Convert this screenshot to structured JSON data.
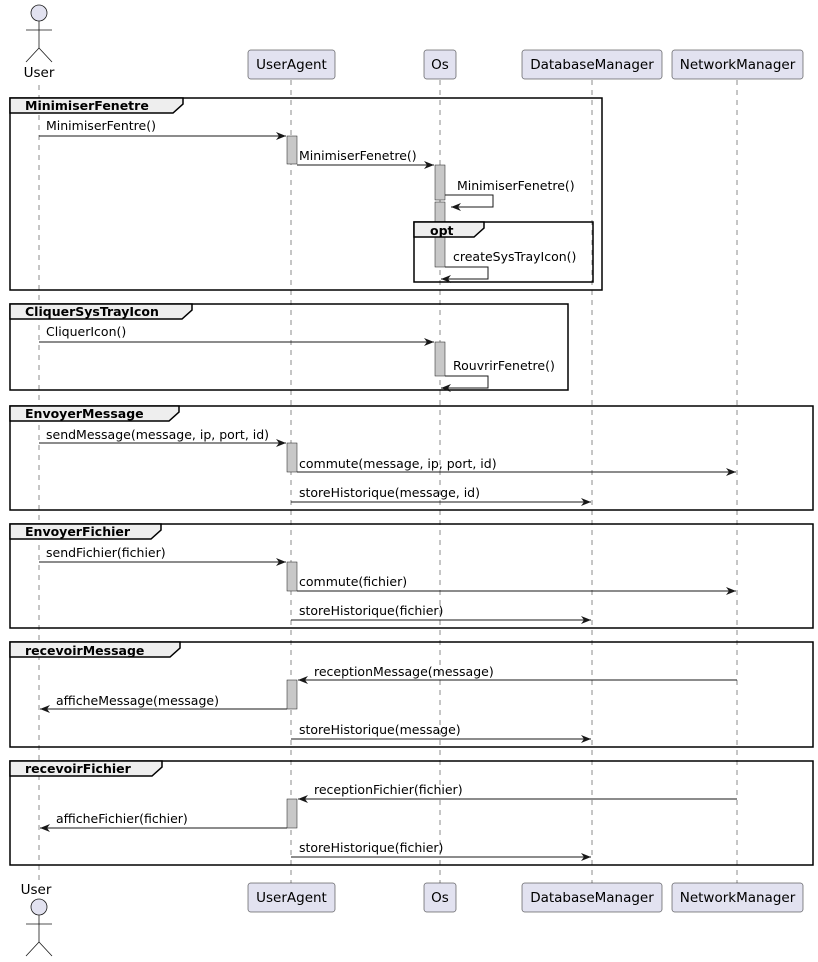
{
  "participants": {
    "user": {
      "label": "User",
      "kind": "actor"
    },
    "useragent": {
      "label": "UserAgent",
      "kind": "participant"
    },
    "os": {
      "label": "Os",
      "kind": "participant"
    },
    "databasemanager": {
      "label": "DatabaseManager",
      "kind": "participant"
    },
    "networkmanager": {
      "label": "NetworkManager",
      "kind": "participant"
    }
  },
  "fragments": {
    "minimiser_fenetre": "MinimiserFenetre",
    "opt": "opt",
    "cliquer_systrayicon": "CliquerSysTrayIcon",
    "envoyer_message": "EnvoyerMessage",
    "envoyer_fichier": "EnvoyerFichier",
    "recevoir_message": "recevoirMessage",
    "recevoir_fichier": "recevoirFichier"
  },
  "messages": {
    "m1": {
      "label": "MinimiserFentre()",
      "from": "User",
      "to": "UserAgent"
    },
    "m2": {
      "label": "MinimiserFenetre()",
      "from": "UserAgent",
      "to": "Os"
    },
    "m3": {
      "label": "MinimiserFenetre()",
      "from": "Os",
      "to": "Os"
    },
    "m4": {
      "label": "createSysTrayIcon()",
      "from": "Os",
      "to": "Os"
    },
    "m5": {
      "label": "CliquerIcon()",
      "from": "User",
      "to": "Os"
    },
    "m6": {
      "label": "RouvrirFenetre()",
      "from": "Os",
      "to": "Os"
    },
    "m7": {
      "label": "sendMessage(message, ip, port, id)",
      "from": "User",
      "to": "UserAgent"
    },
    "m8": {
      "label": "commute(message, ip, port, id)",
      "from": "UserAgent",
      "to": "NetworkManager"
    },
    "m9": {
      "label": "storeHistorique(message, id)",
      "from": "UserAgent",
      "to": "DatabaseManager"
    },
    "m10": {
      "label": "sendFichier(fichier)",
      "from": "User",
      "to": "UserAgent"
    },
    "m11": {
      "label": "commute(fichier)",
      "from": "UserAgent",
      "to": "NetworkManager"
    },
    "m12": {
      "label": "storeHistorique(fichier)",
      "from": "UserAgent",
      "to": "DatabaseManager"
    },
    "m13": {
      "label": "receptionMessage(message)",
      "from": "NetworkManager",
      "to": "UserAgent"
    },
    "m14": {
      "label": "afficheMessage(message)",
      "from": "UserAgent",
      "to": "User"
    },
    "m15": {
      "label": "storeHistorique(message)",
      "from": "UserAgent",
      "to": "DatabaseManager"
    },
    "m16": {
      "label": "receptionFichier(fichier)",
      "from": "NetworkManager",
      "to": "UserAgent"
    },
    "m17": {
      "label": "afficheFichier(fichier)",
      "from": "UserAgent",
      "to": "User"
    },
    "m18": {
      "label": "storeHistorique(fichier)",
      "from": "UserAgent",
      "to": "DatabaseManager"
    }
  },
  "colors": {
    "participant_fill": "#e2e2f0",
    "participant_stroke": "#181818",
    "activation_fill": "#c8c8c8",
    "frame_title_fill": "#eeeeee",
    "lifeline": "#181818",
    "line": "#181818"
  }
}
